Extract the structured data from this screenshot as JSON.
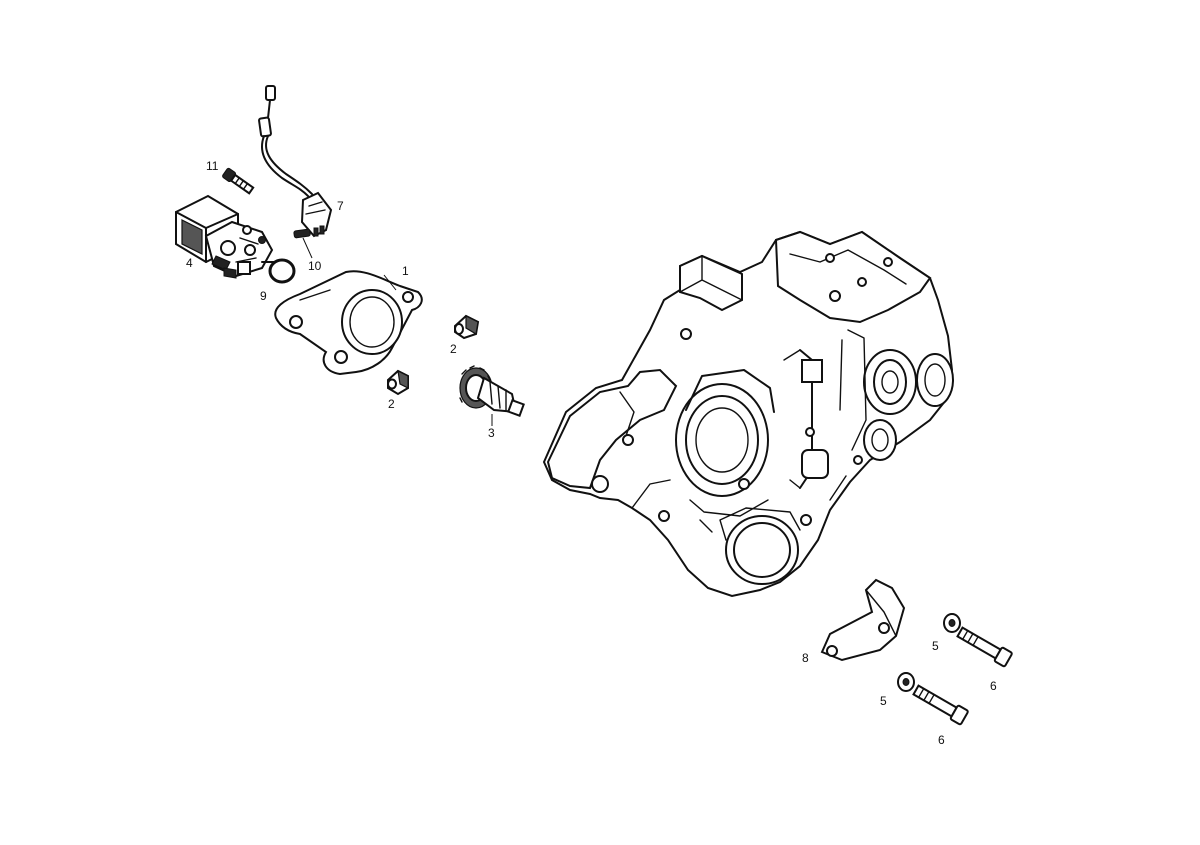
{
  "labels": {
    "p1": "1",
    "p2a": "2",
    "p2b": "2",
    "p3": "3",
    "p4": "4",
    "p5a": "5",
    "p5b": "5",
    "p6a": "6",
    "p6b": "6",
    "p7": "7",
    "p8": "8",
    "p9": "9",
    "p10": "10",
    "p11": "11"
  }
}
